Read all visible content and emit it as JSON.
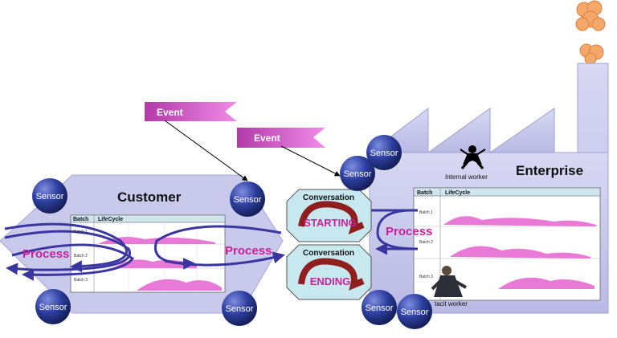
{
  "events": [
    {
      "label": "Event"
    },
    {
      "label": "Event"
    }
  ],
  "customer": {
    "title": "Customer",
    "process_left": "Process",
    "process_right": "Process",
    "table": {
      "headers": [
        "Batch",
        "LifeCycle"
      ],
      "rows": [
        "Batch 1",
        "Batch 2",
        "Batch 3"
      ]
    }
  },
  "enterprise": {
    "title": "Enterprise",
    "process": "Process",
    "internal_worker": "Internal worker",
    "tacit_worker": "tacit worker",
    "table": {
      "headers": [
        "Batch",
        "LifeCycle"
      ],
      "rows": [
        "Batch 1",
        "Batch 2",
        "Batch 3"
      ]
    }
  },
  "conversations": [
    {
      "title": "Conversation",
      "state": "STARTING"
    },
    {
      "title": "Conversation",
      "state": "ENDING"
    }
  ],
  "sensor_label": "Sensor",
  "colors": {
    "sensor": "#2a3f9c",
    "shape_fill": "#c9c9ec",
    "process_text": "#cc1f9c",
    "event_flag": "#d44ec9",
    "arrow": "#3a36a0",
    "curve_fill": "#e879d6"
  }
}
